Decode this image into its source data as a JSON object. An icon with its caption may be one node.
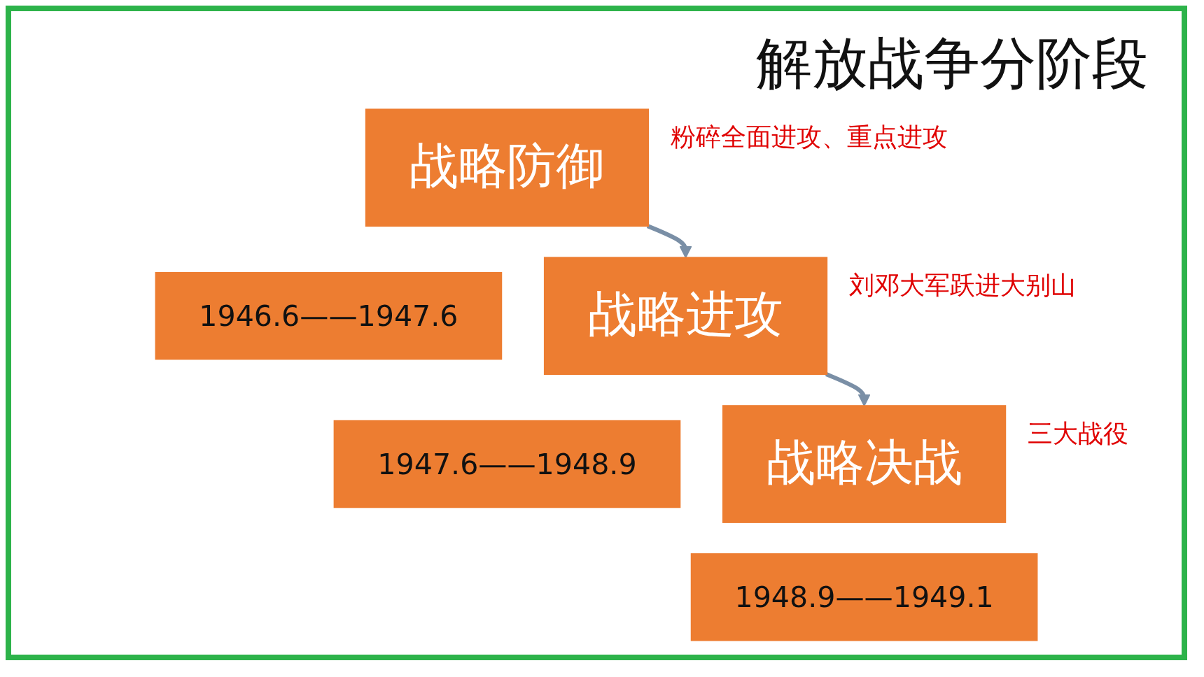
{
  "diagram": {
    "title": "解放战争分阶段",
    "nodes": [
      {
        "text": [
          "战略防御"
        ],
        "beside": [
          "粉碎全面进攻、重点进攻"
        ]
      },
      {
        "text": [
          "1946.6——1947.6"
        ]
      },
      {
        "text": [
          "战略进攻"
        ],
        "beside": [
          "刘邓大军跃进大别山"
        ]
      },
      {
        "text": [
          "1947.6——1948.9"
        ]
      },
      {
        "text": [
          "战略决战"
        ],
        "beside": [
          "三大战役"
        ]
      },
      {
        "text": [
          "1948.9——1949.1"
        ]
      }
    ],
    "edges": [
      {
        "from": 0,
        "to": 2,
        "arrow": "to"
      },
      {
        "from": 2,
        "to": 4,
        "arrow": "to"
      }
    ]
  }
}
